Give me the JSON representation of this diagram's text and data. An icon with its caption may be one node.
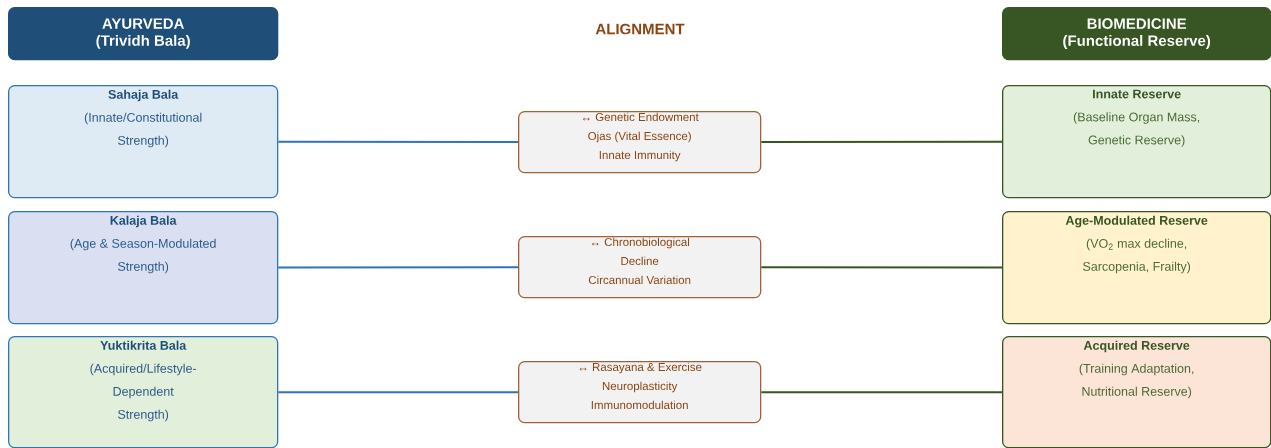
{
  "diagram": {
    "nodes": [
      {
        "text": [
          "AYURVEDA (Trividh Bala)"
        ]
      },
      {
        "text": [
          "BIOMEDICINE (Functional Reserve)"
        ]
      },
      {
        "text": [
          "Sahaja Bala",
          "(Innate/Constitutional Strength)"
        ]
      },
      {
        "text": [
          "↔ Genetic Endowment",
          "Ojas (Vital Essence)",
          "Innate Immunity"
        ]
      },
      {
        "text": [
          "Innate Reserve",
          "(Baseline Organ Mass, Genetic Reserve)"
        ]
      },
      {
        "text": [
          "Kalaja Bala",
          "(Age & Season-Modulated Strength)"
        ]
      },
      {
        "text": [
          "↔ Chronobiological Decline",
          "Circannual Variation"
        ]
      },
      {
        "text": [
          "Age-Modulated Reserve",
          "(VO$_{2}$ max decline, Sarcopenia, Frailty)"
        ]
      },
      {
        "text": [
          "Yuktikrita Bala",
          "(Acquired/Lifestyle-Dependent Strength)"
        ]
      },
      {
        "text": [
          "↔ Rasayana & Exercise",
          "Neuroplasticity",
          "Immunomodulation"
        ]
      },
      {
        "text": [
          "Acquired Reserve",
          "(Training Adaptation, Nutritional Reserve)"
        ]
      }
    ],
    "edges": [
      {
        "from": 2,
        "to": 3,
        "arrow": "none",
        "color": "#2e75b6"
      },
      {
        "from": 3,
        "to": 4,
        "arrow": "none",
        "color": "#375623"
      },
      {
        "from": 5,
        "to": 6,
        "arrow": "none",
        "color": "#2e75b6"
      },
      {
        "from": 6,
        "to": 7,
        "arrow": "none",
        "color": "#375623"
      },
      {
        "from": 8,
        "to": 9,
        "arrow": "none",
        "color": "#2e75b6"
      },
      {
        "from": 9,
        "to": 10,
        "arrow": "none",
        "color": "#375623"
      }
    ],
    "labels": [
      "ALIGNMENT"
    ]
  }
}
